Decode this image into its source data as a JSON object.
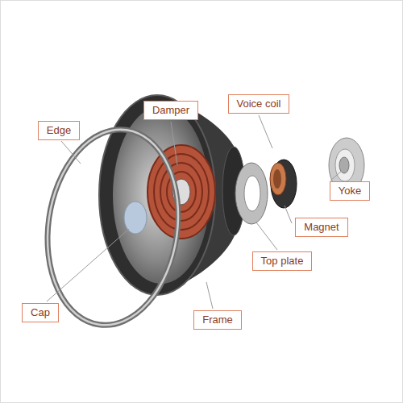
{
  "diagram": {
    "nodes": [
      {
        "text": [
          "Voice coil"
        ]
      },
      {
        "text": [
          "Damper"
        ]
      },
      {
        "text": [
          "Edge"
        ]
      },
      {
        "text": [
          "Yoke"
        ]
      },
      {
        "text": [
          "Magnet"
        ]
      },
      {
        "text": [
          "Top plate"
        ]
      },
      {
        "text": [
          "Cap"
        ]
      },
      {
        "text": [
          "Frame"
        ]
      }
    ]
  }
}
